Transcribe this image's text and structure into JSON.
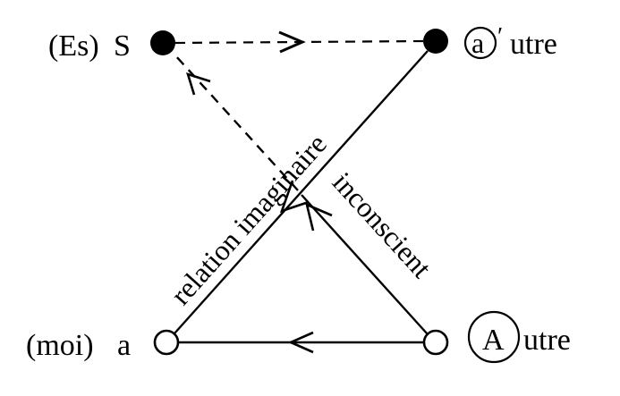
{
  "nodes": {
    "S": {
      "prefix": "(Es)",
      "letter": "S",
      "style": "filled"
    },
    "a_other": {
      "circled": "a",
      "suffix": "utre",
      "apostrophe": "′",
      "style": "filled"
    },
    "moi": {
      "prefix": "(moi)",
      "letter": "a",
      "style": "hollow"
    },
    "A_other": {
      "circled": "A",
      "suffix": "utre",
      "style": "hollow"
    }
  },
  "edges": {
    "imaginary_label": "relation imaginaire",
    "unconscious_label": "inconscient"
  },
  "colors": {
    "ink": "#000000",
    "background": "#ffffff"
  }
}
